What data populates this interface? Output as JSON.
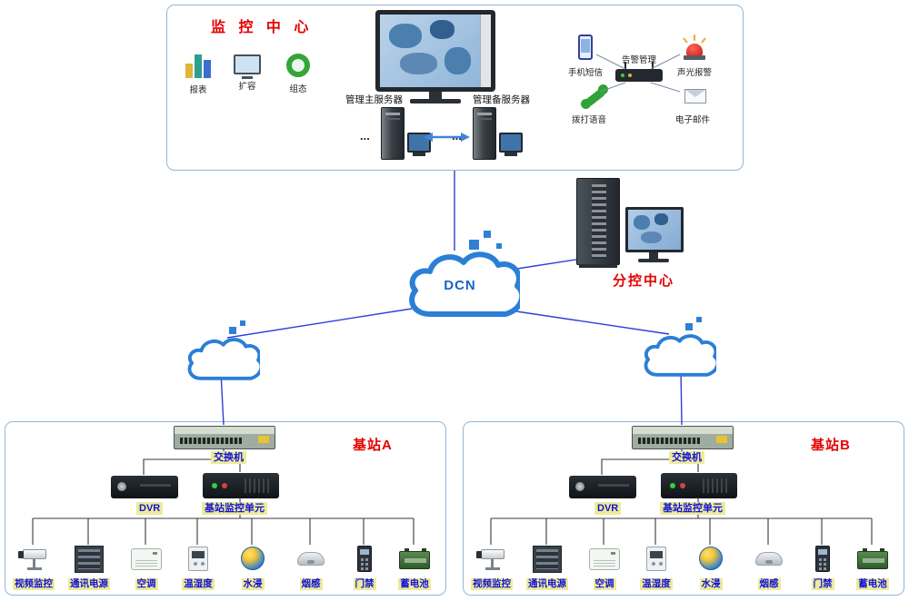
{
  "colors": {
    "title_red": "#e60000",
    "label_blue": "#1212d8",
    "cloud_blue": "#2b7fd6",
    "tag_yellow": "#edeb9b",
    "line_blue": "#2f3fd8"
  },
  "monitoring_center": {
    "title": "监 控 中 心",
    "tools": [
      {
        "label": "报表",
        "icon": "bar-chart-icon"
      },
      {
        "label": "扩容",
        "icon": "monitor-icon"
      },
      {
        "label": "组态",
        "icon": "green-ring-icon"
      }
    ],
    "main_server_label": "管理主服务器",
    "backup_server_label": "管理备服务器",
    "ellipsis": "...",
    "alarm_cluster": {
      "sms": "手机短信",
      "management": "告警管理",
      "sound_light": "声光报警",
      "voice": "拨打语音",
      "email": "电子邮件"
    }
  },
  "network": {
    "dcn": "DCN",
    "subcontrol": "分控中心"
  },
  "stations": [
    {
      "title": "基站A",
      "switch": "交换机",
      "dvr": "DVR",
      "unit": "基站监控单元",
      "devices": [
        "视频监控",
        "通讯电源",
        "空调",
        "温湿度",
        "水浸",
        "烟感",
        "门禁",
        "蓄电池"
      ]
    },
    {
      "title": "基站B",
      "switch": "交换机",
      "dvr": "DVR",
      "unit": "基站监控单元",
      "devices": [
        "视频监控",
        "通讯电源",
        "空调",
        "温湿度",
        "水浸",
        "烟感",
        "门禁",
        "蓄电池"
      ]
    }
  ]
}
